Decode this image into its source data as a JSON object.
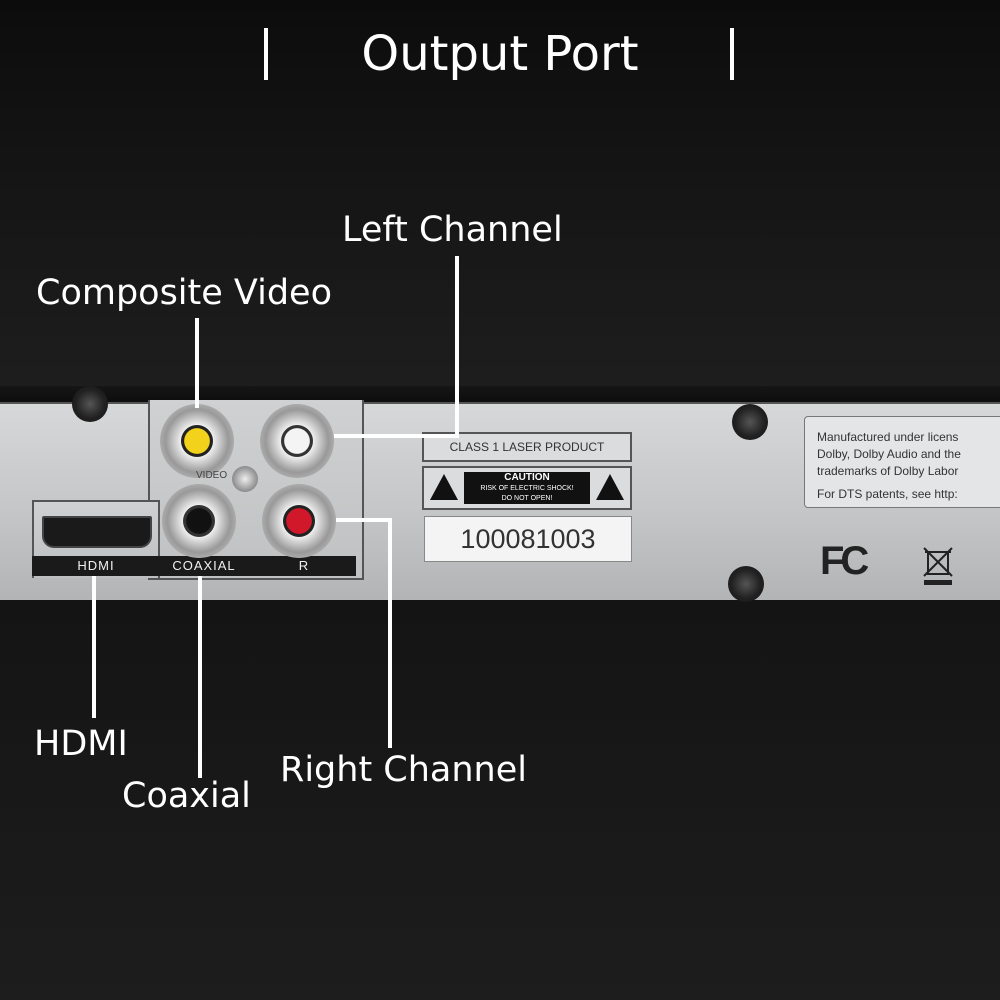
{
  "title": "Output Port",
  "callouts": {
    "left_channel": "Left Channel",
    "composite_video": "Composite Video",
    "hdmi": "HDMI",
    "coaxial": "Coaxial",
    "right_channel": "Right Channel"
  },
  "device": {
    "port_labels": {
      "hdmi": "HDMI",
      "coaxial": "COAXIAL",
      "right": "R",
      "video": "VIDEO"
    },
    "laser_label": "CLASS 1 LASER PRODUCT",
    "caution": {
      "heading": "CAUTION",
      "line1": "RISK OF ELECTRIC SHOCK!",
      "line2": "DO NOT OPEN!"
    },
    "serial_number": "100081003",
    "notice_lines": [
      "Manufactured under licens",
      "Dolby, Dolby Audio and the",
      "trademarks of Dolby Labor",
      "",
      "For DTS patents, see http:"
    ],
    "fcc_mark": "FC"
  },
  "colors": {
    "jack_yellow": "#f2d21a",
    "jack_white": "#f4f4f4",
    "jack_black": "#111111",
    "jack_red": "#d0182a"
  }
}
